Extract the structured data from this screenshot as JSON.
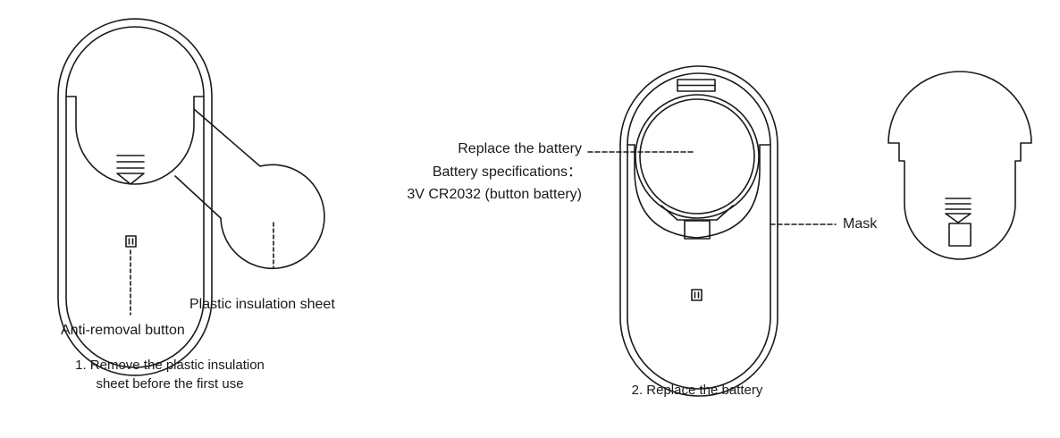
{
  "labels": {
    "plastic_sheet": "Plastic insulation sheet",
    "anti_removal": "Anti-removal button",
    "replace_battery": "Replace the battery",
    "battery_spec_title": "Battery specifications：",
    "battery_spec_value": "3V CR2032 (button battery)",
    "mask": "Mask"
  },
  "captions": {
    "step1_line1": "1. Remove the plastic insulation",
    "step1_line2": "sheet before the first use",
    "step2": "2. Replace the battery"
  },
  "colors": {
    "stroke": "#1a1a1a",
    "background": "#ffffff"
  }
}
